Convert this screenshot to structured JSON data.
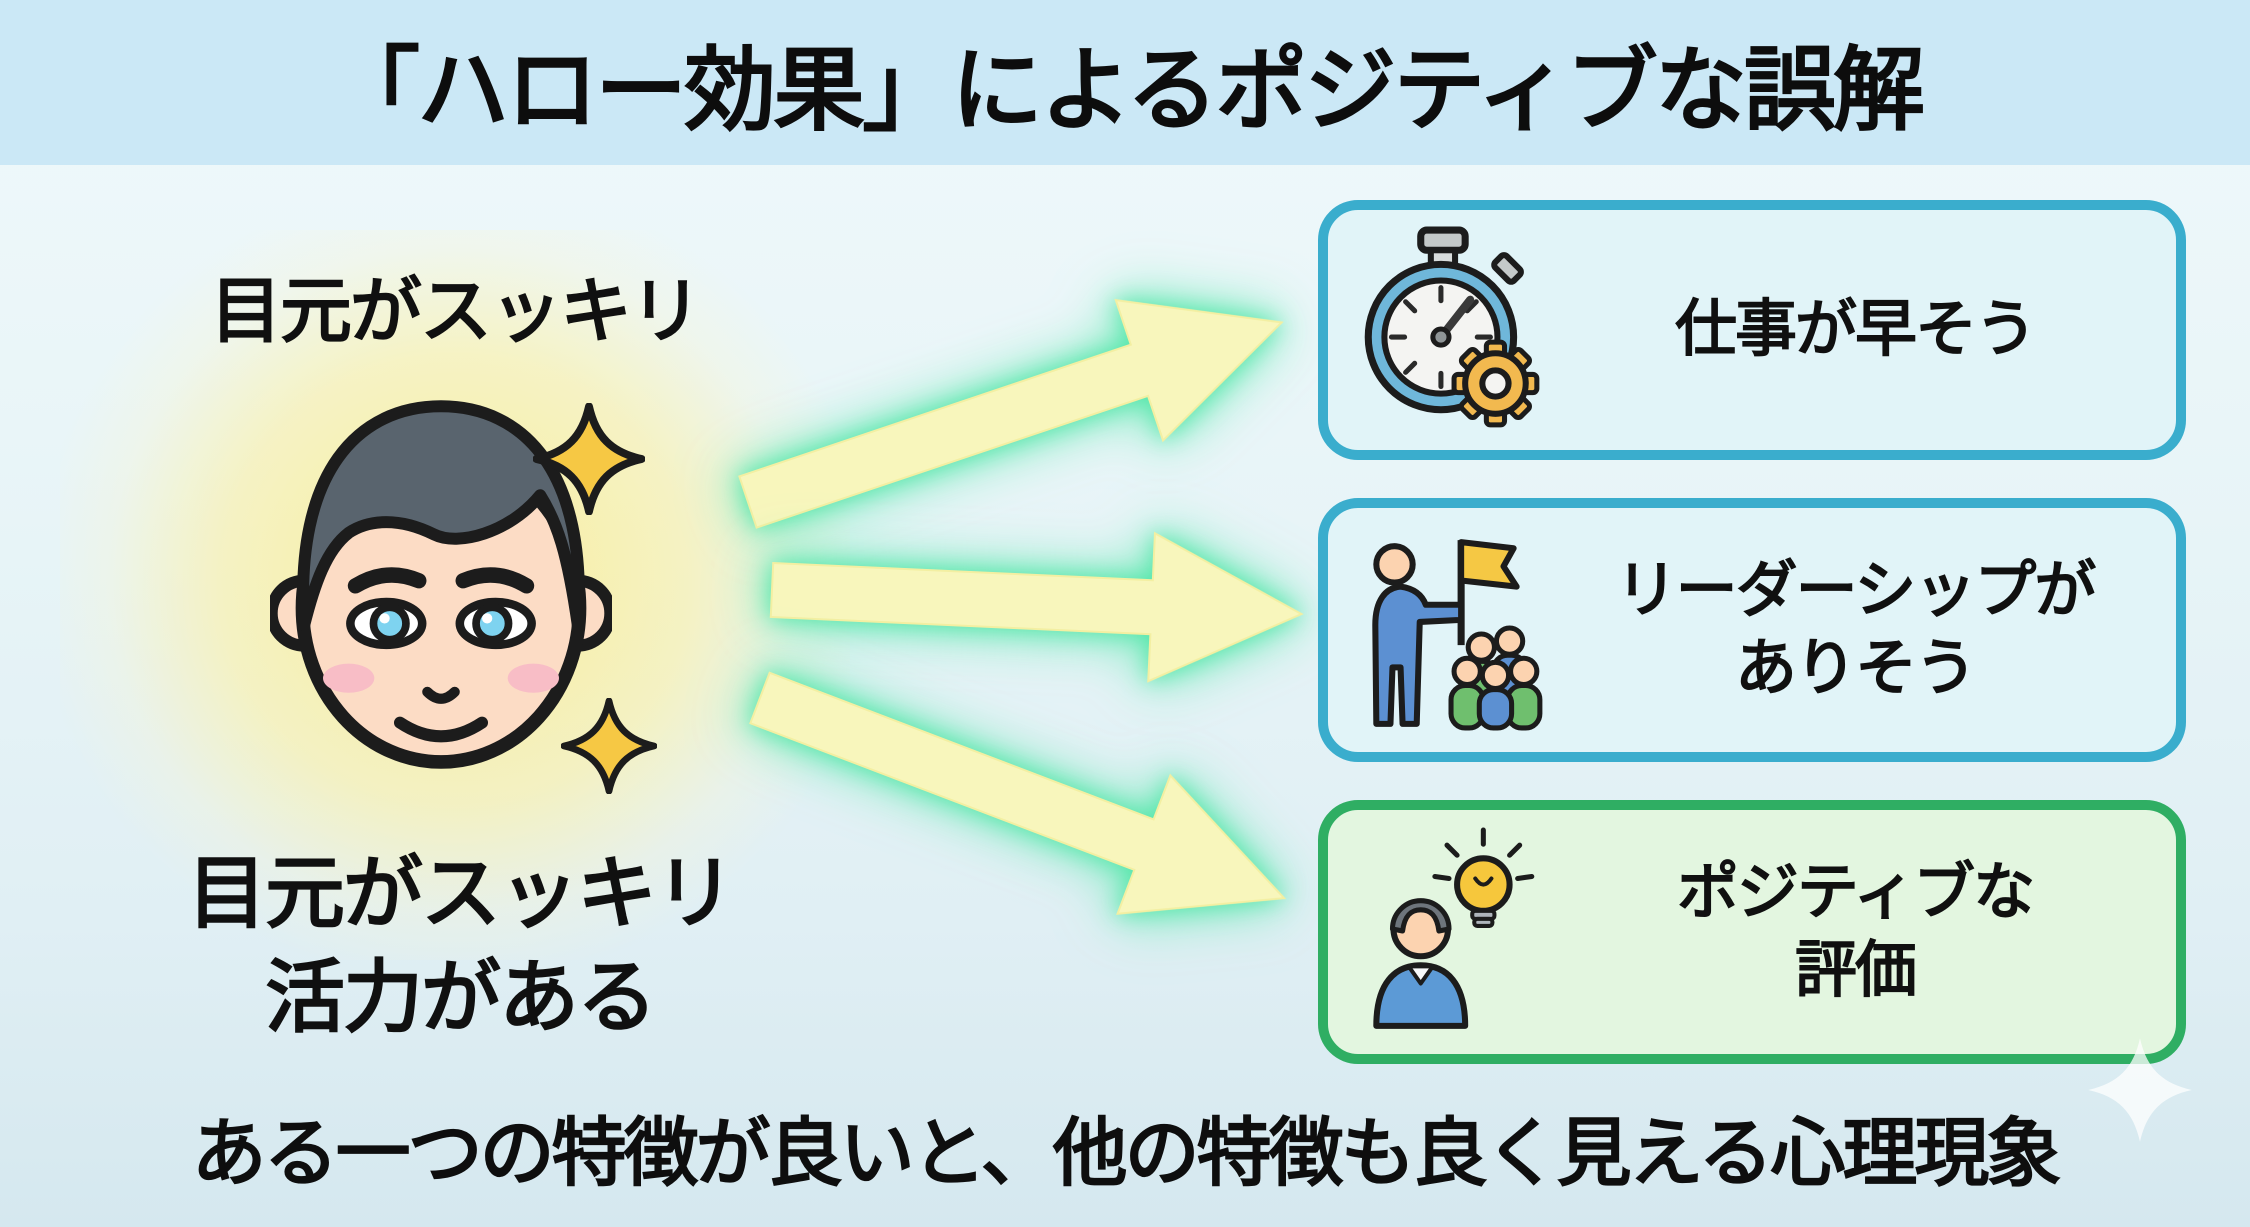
{
  "title": "「ハロー効果」によるポジティブな誤解",
  "subject": {
    "label_top": "目元がスッキリ",
    "label_bottom_line1": "目元がスッキリ",
    "label_bottom_line2": "活力がある",
    "icon": "smiling-face-icon",
    "decorations": [
      "sparkle-icon-large",
      "sparkle-icon-small",
      "face-glow"
    ]
  },
  "arrows": [
    {
      "name": "arrow-to-speed",
      "direction": "up-right"
    },
    {
      "name": "arrow-to-leadership",
      "direction": "right"
    },
    {
      "name": "arrow-to-evaluation",
      "direction": "down-right"
    }
  ],
  "results": [
    {
      "icon": "stopwatch-gear-icon",
      "lines": [
        "仕事が早そう",
        ""
      ]
    },
    {
      "icon": "leader-flag-icon",
      "lines": [
        "リーダーシップが",
        "ありそう"
      ]
    },
    {
      "icon": "person-idea-icon",
      "lines": [
        "ポジティブな",
        "評価"
      ]
    }
  ],
  "caption": "ある一つの特徴が良いと、他の特徴も良く見える心理現象",
  "colors": {
    "title_band_bg": "#cbe8f6",
    "page_bg_top": "#f0f9fb",
    "page_bg_bottom": "#d5e8ef",
    "face_glow": "#fbee96",
    "arrow_fill": "#f8f6bc",
    "arrow_glow": "#55e7aa",
    "box_blue_border": "#3aadcd",
    "box_blue_fill": "#e1f4f8",
    "box_green_border": "#2fae63",
    "box_green_fill": "#e3f6e0",
    "sparkle_gold": "#f6c844",
    "text": "#101010"
  }
}
